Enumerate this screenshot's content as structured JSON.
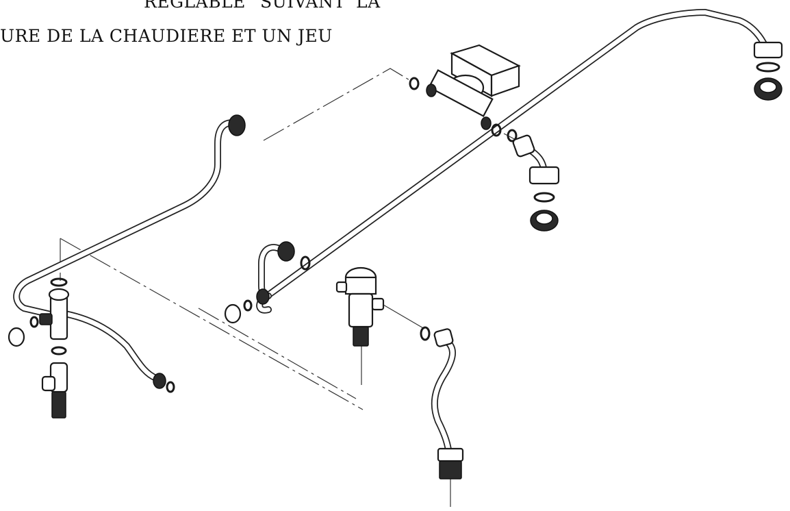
{
  "document": {
    "line1_words": [
      "REGLABLE",
      "SUIVANT",
      "LA"
    ],
    "line2": "URE DE LA CHAUDIERE ET UN JEU"
  },
  "figure": {
    "kind": "exploded technical drawing",
    "stroke_color": "#222222",
    "background_color": "#ffffff"
  }
}
